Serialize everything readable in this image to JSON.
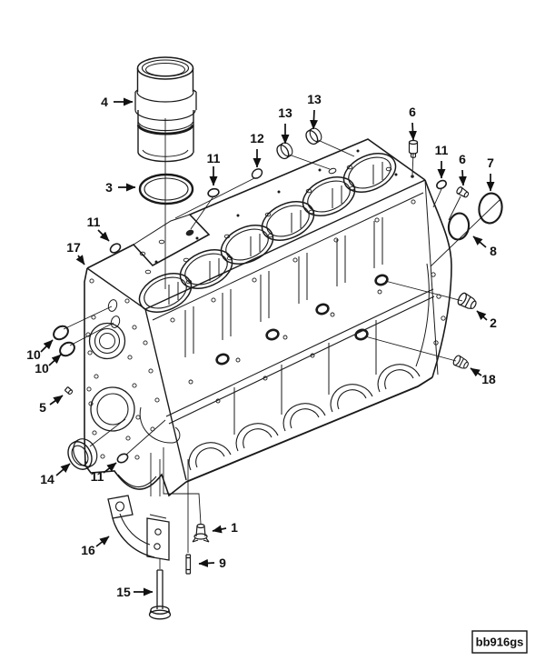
{
  "figure_code": "bb916gs",
  "colors": {
    "line": "#1a1a1a",
    "background": "#ffffff"
  },
  "callouts": [
    {
      "label": "4"
    },
    {
      "label": "3"
    },
    {
      "label": "11"
    },
    {
      "label": "12"
    },
    {
      "label": "13"
    },
    {
      "label": "13"
    },
    {
      "label": "6"
    },
    {
      "label": "11"
    },
    {
      "label": "6"
    },
    {
      "label": "7"
    },
    {
      "label": "8"
    },
    {
      "label": "2"
    },
    {
      "label": "18"
    },
    {
      "label": "17"
    },
    {
      "label": "11"
    },
    {
      "label": "10"
    },
    {
      "label": "10"
    },
    {
      "label": "5"
    },
    {
      "label": "14"
    },
    {
      "label": "11"
    },
    {
      "label": "16"
    },
    {
      "label": "1"
    },
    {
      "label": "9"
    },
    {
      "label": "15"
    }
  ]
}
